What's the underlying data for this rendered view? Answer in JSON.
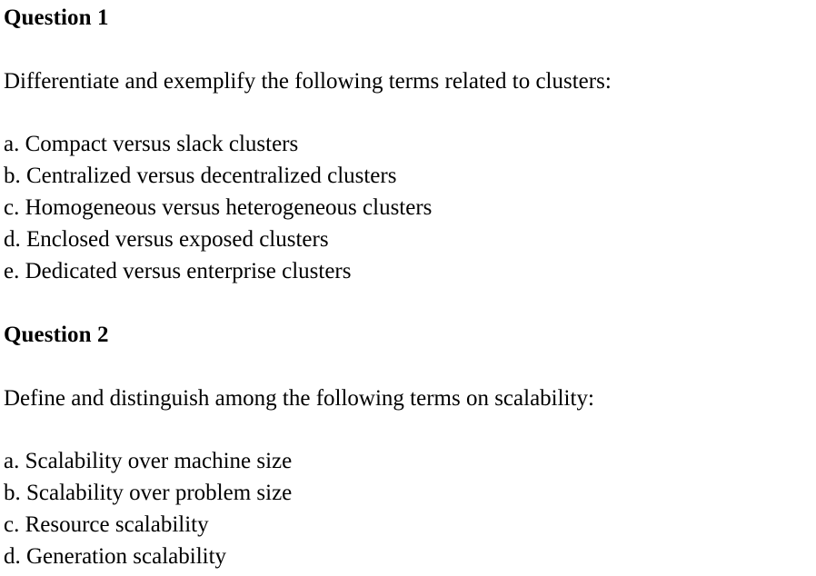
{
  "document": {
    "background_color": "#ffffff",
    "text_color": "#000000",
    "sections": [
      {
        "heading": "Question 1",
        "intro": "Differentiate and exemplify the following terms related to clusters:",
        "items": [
          "a. Compact versus slack clusters",
          "b. Centralized versus decentralized clusters",
          "c. Homogeneous versus heterogeneous clusters",
          "d. Enclosed versus exposed clusters",
          "e. Dedicated versus enterprise clusters"
        ]
      },
      {
        "heading": "Question 2",
        "intro": "Define and distinguish among the following terms on scalability:",
        "items": [
          "a. Scalability over machine size",
          "b. Scalability over problem size",
          "c. Resource scalability",
          "d. Generation scalability"
        ]
      }
    ]
  }
}
